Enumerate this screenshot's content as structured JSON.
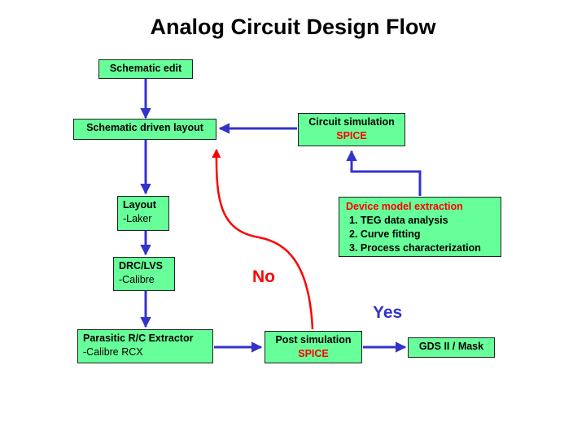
{
  "title": "Analog Circuit Design Flow",
  "colors": {
    "box_fill": "#66ff99",
    "arrow_blue": "#3333cc",
    "arrow_red": "#ff0000",
    "yes_label": "#3333cc",
    "no_label": "#ff0000"
  },
  "nodes": {
    "schematic_edit": {
      "label": "Schematic edit"
    },
    "schematic_driven_layout": {
      "label": "Schematic driven layout"
    },
    "circuit_simulation": {
      "label": "Circuit simulation",
      "tool": "SPICE"
    },
    "device_model_extraction": {
      "label": "Device model extraction",
      "steps": [
        "1. TEG data analysis",
        "2. Curve fitting",
        "3. Process characterization"
      ]
    },
    "layout": {
      "label": "Layout",
      "tool": "-Laker"
    },
    "drc_lvs": {
      "label": "DRC/LVS",
      "tool": "-Calibre"
    },
    "parasitic_extractor": {
      "label": "Parasitic R/C Extractor",
      "tool": "-Calibre RCX"
    },
    "post_simulation": {
      "label": "Post simulation",
      "tool": "SPICE"
    },
    "gds_mask": {
      "label": "GDS II / Mask"
    }
  },
  "labels": {
    "no": "No",
    "yes": "Yes"
  }
}
